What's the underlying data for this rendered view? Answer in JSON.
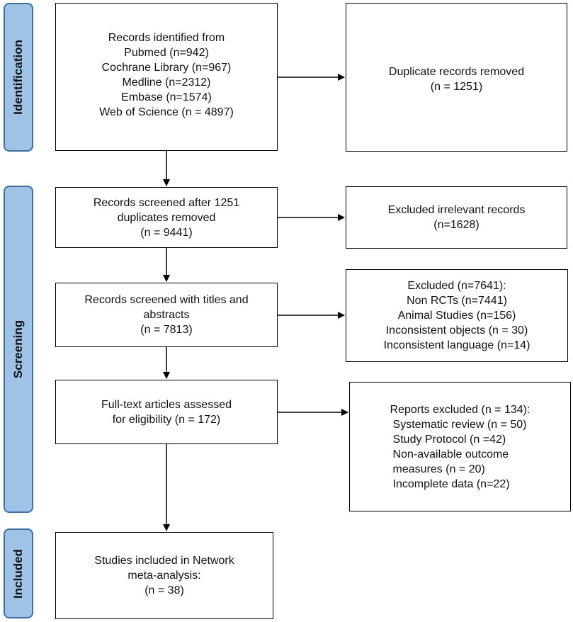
{
  "phases": {
    "identification": "Identification",
    "screening": "Screening",
    "included": "Included"
  },
  "boxes": {
    "records_identified": [
      "Records identified from",
      "Pubmed (n=942)",
      "Cochrane Library (n=967)",
      "Medline (n=2312)",
      "Embase (n=1574)",
      "Web of Science (n = 4897)"
    ],
    "duplicates_removed": [
      "Duplicate records removed",
      "(n = 1251)"
    ],
    "records_screened_after_dup": [
      "Records screened after 1251",
      "duplicates removed",
      "(n = 9441)"
    ],
    "excluded_irrelevant": [
      "Excluded irrelevant records",
      "(n=1628)"
    ],
    "screened_titles_abstracts": [
      "Records screened with titles and",
      "abstracts",
      "(n = 7813)"
    ],
    "excluded_7641": [
      "Excluded (n=7641):",
      "Non RCTs (n=7441)",
      "Animal Studies (n=156)",
      "Inconsistent objects (n = 30)",
      "Inconsistent language (n=14)"
    ],
    "fulltext_assessed": [
      "Full-text articles assessed",
      "for eligibility (n = 172)"
    ],
    "reports_excluded": [
      "Reports excluded (n = 134):",
      "Systematic review (n = 50)",
      "Study Protocol (n =42)",
      "Non-available outcome",
      "measures (n = 20)",
      "Incomplete data (n=22)"
    ],
    "studies_included": [
      "Studies included in Network",
      "meta-analysis:",
      "(n = 38)"
    ]
  }
}
